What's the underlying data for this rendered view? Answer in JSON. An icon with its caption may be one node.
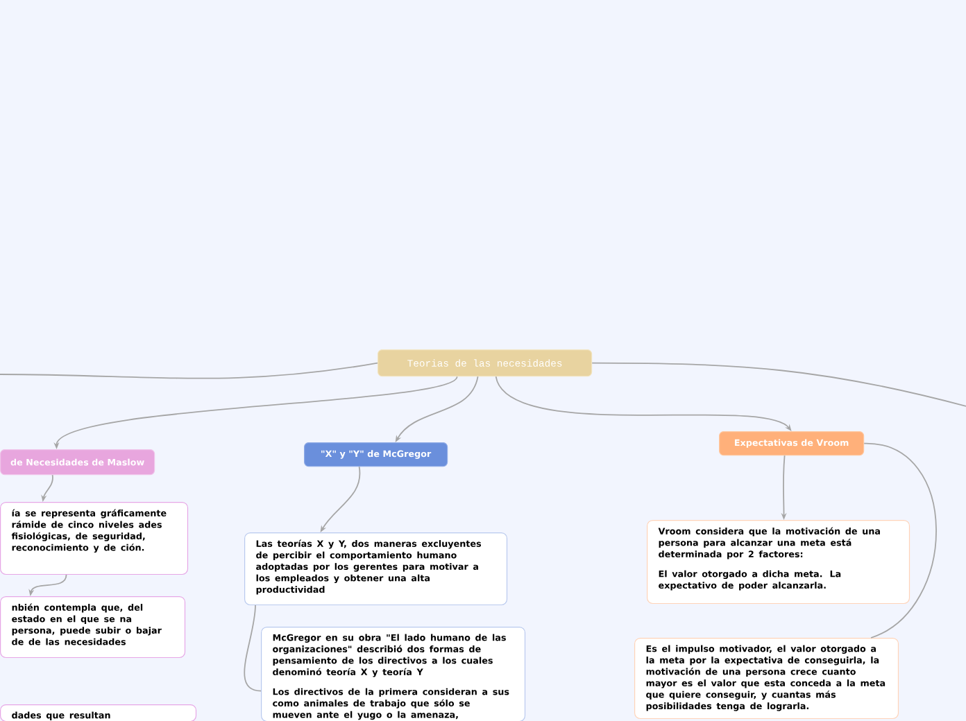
{
  "diagram": {
    "nodes": [
      {
        "text": [
          "Teorias de las necesidades"
        ]
      },
      {
        "text": [
          "de Necesidades de Maslow"
        ]
      },
      {
        "text": [
          "ía se representa gráficamente rámide de cinco niveles ades fisiológicas, de seguridad, reconocimiento y de ción."
        ]
      },
      {
        "text": [
          "nbién contempla que, del estado en el que se na persona, puede subir o bajar de de las necesidades"
        ]
      },
      {
        "text": [
          "dades que resultan"
        ]
      },
      {
        "text": [
          "\"X\" y \"Y\" de McGregor"
        ]
      },
      {
        "text": [
          "Las teorías X y Y, dos maneras excluyentes de percibir el comportamiento humano adoptadas por los gerentes para motivar a los empleados y obtener una alta productividad"
        ]
      },
      {
        "text": [
          "McGregor en su obra \"El lado humano de las organizaciones\" describió dos formas de pensamiento de los directivos a los cuales denominó teoría X y teoría Y",
          "Los directivos de la primera consideran a sus como animales de trabajo que sólo se mueven ante el yugo o la amenaza,"
        ]
      },
      {
        "text": [
          "Expectativas de Vroom"
        ]
      },
      {
        "text": [
          "Vroom considera que la motivación de una persona para alcanzar una meta está determinada por 2 factores:",
          "El valor otorgado a dicha meta. La expectativo de poder alcanzarla."
        ]
      },
      {
        "text": [
          "Es el impulso motivador, el valor otorgado a la meta por la expectativa de conseguirla, la motivación de una persona crece cuanto mayor es el valor que esta conceda a la meta que quiere conseguir, y cuantas más posibilidades tenga de lograrla."
        ]
      }
    ],
    "edges": [
      {
        "from": 0,
        "to": 1,
        "arrow": "to"
      },
      {
        "from": 0,
        "to": 5,
        "arrow": "to"
      },
      {
        "from": 0,
        "to": 8,
        "arrow": "to"
      },
      {
        "from": 0,
        "to": null,
        "arrow": "none"
      },
      {
        "from": 0,
        "to": null,
        "arrow": "none"
      },
      {
        "from": 1,
        "to": 2,
        "arrow": "to"
      },
      {
        "from": 2,
        "to": 3,
        "arrow": "to"
      },
      {
        "from": 5,
        "to": 6,
        "arrow": "to"
      },
      {
        "from": 6,
        "to": 7,
        "arrow": "none"
      },
      {
        "from": 8,
        "to": 9,
        "arrow": "to"
      },
      {
        "from": 8,
        "to": 10,
        "arrow": "none"
      }
    ]
  }
}
